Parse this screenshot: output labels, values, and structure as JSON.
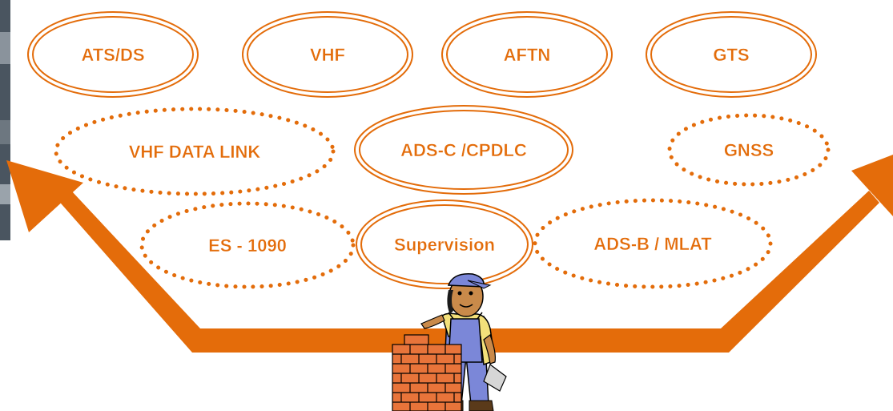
{
  "colors": {
    "accent": "#e36c0a",
    "arrow": "#e46c0a",
    "background": "#ffffff"
  },
  "ovals": {
    "ats_ds": {
      "label": "ATS/DS",
      "style": "solid"
    },
    "vhf": {
      "label": "VHF",
      "style": "solid"
    },
    "aftn": {
      "label": "AFTN",
      "style": "solid"
    },
    "gts": {
      "label": "GTS",
      "style": "solid"
    },
    "vhf_data_link": {
      "label": "VHF DATA LINK",
      "style": "dotted"
    },
    "ads_c_cpdlc": {
      "label": "ADS-C /CPDLC",
      "style": "solid"
    },
    "gnss": {
      "label": "GNSS",
      "style": "dotted"
    },
    "es_1090": {
      "label": "ES - 1090",
      "style": "dotted"
    },
    "supervision": {
      "label": "Supervision",
      "style": "solid"
    },
    "ads_b_mlat": {
      "label": "ADS-B / MLAT",
      "style": "dotted"
    }
  },
  "icons": {
    "worker": "bricklayer-worker-icon",
    "wall": "brick-wall-icon",
    "arrow": "u-shaped-double-arrow-icon"
  }
}
